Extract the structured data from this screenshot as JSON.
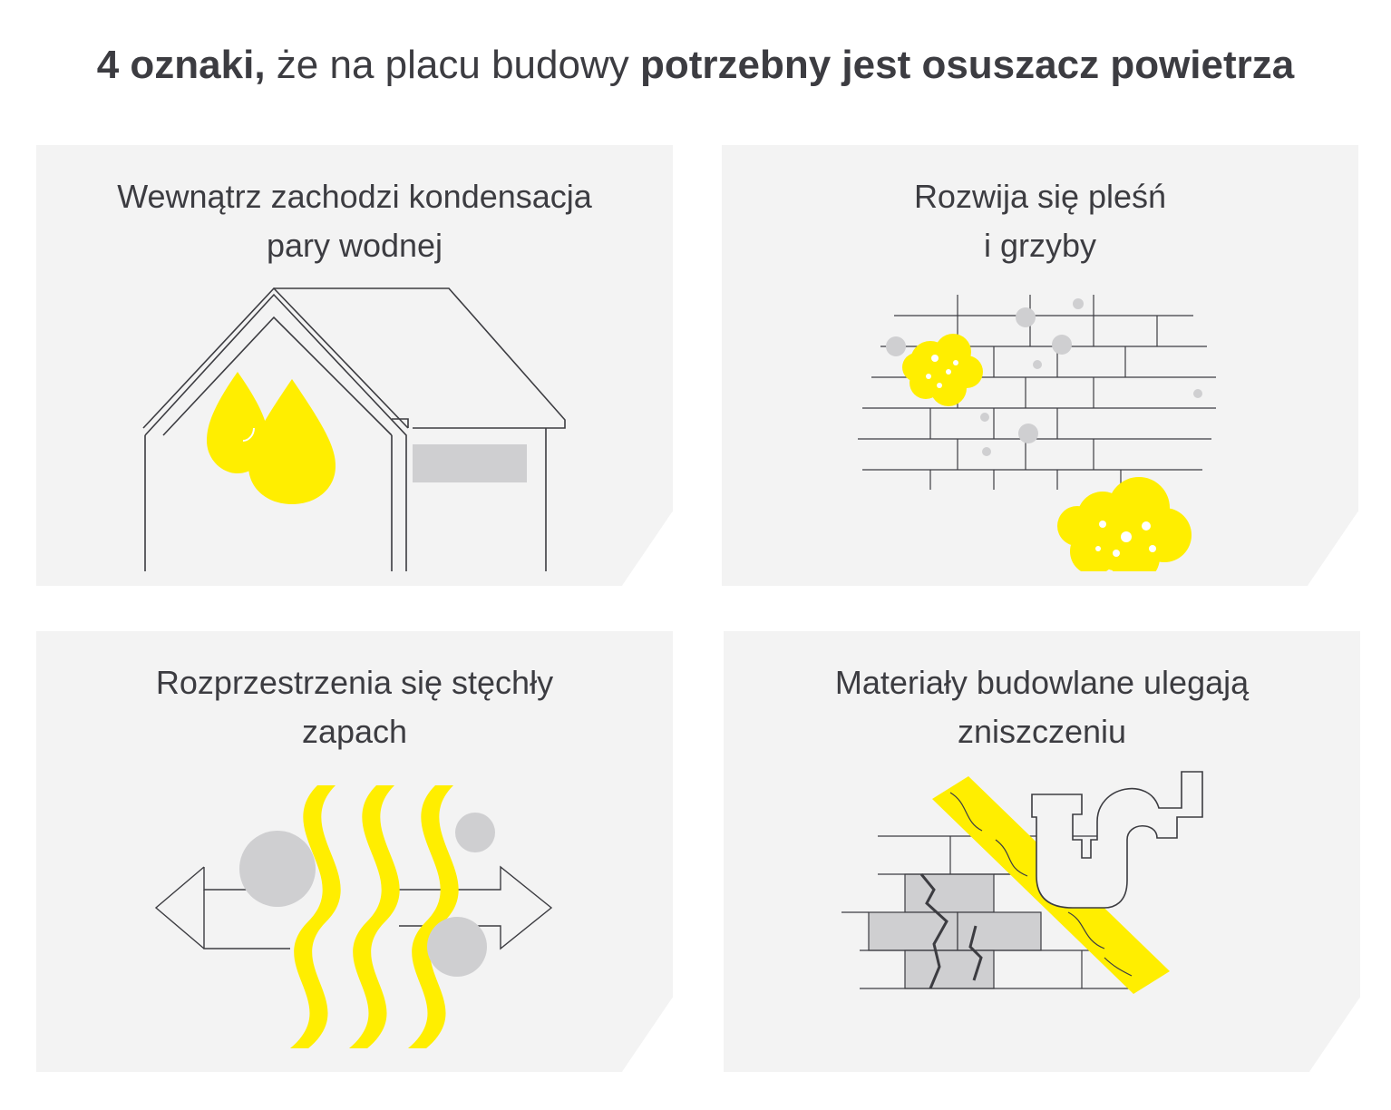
{
  "headline": {
    "part1": "4 oznaki,",
    "part2": " że na placu budowy ",
    "part3": "potrzebny jest osuszacz powietrza"
  },
  "cards": [
    {
      "line1": "Wewnątrz zachodzi kondensacja",
      "line2": "pary wodnej",
      "icon": "house-droplets-icon"
    },
    {
      "line1": "Rozwija się pleśń",
      "line2": "i grzyby",
      "icon": "mold-wall-icon"
    },
    {
      "line1": "Rozprzestrzenia się stęchły",
      "line2": "zapach",
      "icon": "odor-waves-icon"
    },
    {
      "line1": "Materiały budowlane ulegają",
      "line2": "zniszczeniu",
      "icon": "damaged-materials-icon"
    }
  ],
  "colors": {
    "accent_yellow": "#ffee00",
    "grey": "#cfcfd1",
    "text": "#3c3c41",
    "card_bg": "#f3f3f3"
  }
}
